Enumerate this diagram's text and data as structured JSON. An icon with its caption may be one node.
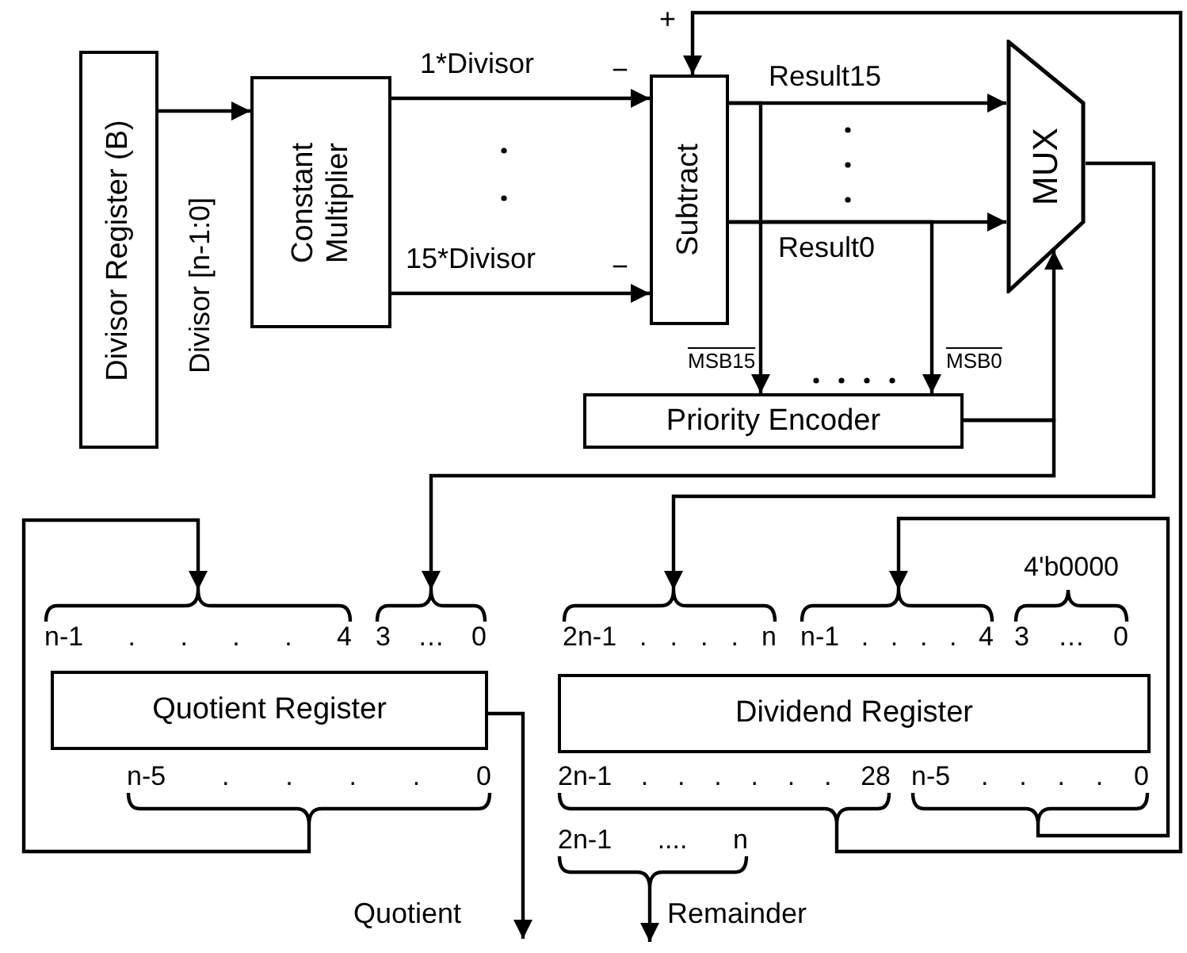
{
  "diagram": {
    "nodes": [
      {
        "text": [
          "Divisor Register (B)"
        ]
      },
      {
        "text": [
          "Constant Multiplier"
        ]
      },
      {
        "text": [
          "Subtract"
        ]
      },
      {
        "text": [
          "MUX"
        ]
      },
      {
        "text": [
          "Priority Encoder"
        ]
      },
      {
        "text": [
          "Quotient Register"
        ]
      },
      {
        "text": [
          "Dividend Register"
        ]
      },
      {
        "text": [],
        "shape": "brace",
        "beside": [
          "n-1 . . . . 4"
        ]
      },
      {
        "text": [],
        "shape": "brace",
        "beside": [
          "3 … 0"
        ]
      },
      {
        "text": [],
        "shape": "brace",
        "beside": [
          "n-5 . . . . 0"
        ]
      },
      {
        "text": [],
        "shape": "brace",
        "beside": [
          "2n-1 . . . . n"
        ]
      },
      {
        "text": [],
        "shape": "brace",
        "beside": [
          "n-1 . . . . 4"
        ]
      },
      {
        "text": [],
        "shape": "brace",
        "beside": [
          "2n-1 . . . . . . 28"
        ]
      },
      {
        "text": [],
        "shape": "brace",
        "beside": [
          "n-5 . . . . 0"
        ]
      },
      {
        "text": [],
        "shape": "brace",
        "beside": [
          "2n-1 .... n"
        ]
      }
    ],
    "edges": [
      {
        "from": 0,
        "to": 1,
        "arrow": "to",
        "label": "Divisor [n-1:0]"
      },
      {
        "from": 1,
        "to": 2,
        "arrow": "to",
        "label": "1*Divisor"
      },
      {
        "from": 1,
        "to": 2,
        "arrow": "to",
        "label": "15*Divisor"
      },
      {
        "from": 2,
        "to": 3,
        "arrow": "to",
        "label": "Result15"
      },
      {
        "from": 2,
        "to": 3,
        "arrow": "to",
        "label": "Result0"
      },
      {
        "from": 2,
        "to": 4,
        "arrow": "to",
        "label": "MSB15"
      },
      {
        "from": 2,
        "to": 4,
        "arrow": "to",
        "label": "MSB0"
      },
      {
        "from": 4,
        "to": 3,
        "arrow": "to"
      },
      {
        "from": 4,
        "to": 8,
        "arrow": "to"
      },
      {
        "from": 3,
        "to": 10,
        "arrow": "to"
      },
      {
        "from": 12,
        "to": 2,
        "arrow": "to"
      },
      {
        "from": 13,
        "to": 11,
        "arrow": "to"
      },
      {
        "from": 9,
        "to": 7,
        "arrow": "to"
      },
      {
        "from": 5,
        "to": null,
        "arrow": "to",
        "label": "Quotient"
      },
      {
        "from": 14,
        "to": null,
        "arrow": "to",
        "label": "Remainder"
      }
    ],
    "labels": [
      "+",
      "−",
      "−",
      "4'b0000",
      "3 … 0"
    ]
  }
}
